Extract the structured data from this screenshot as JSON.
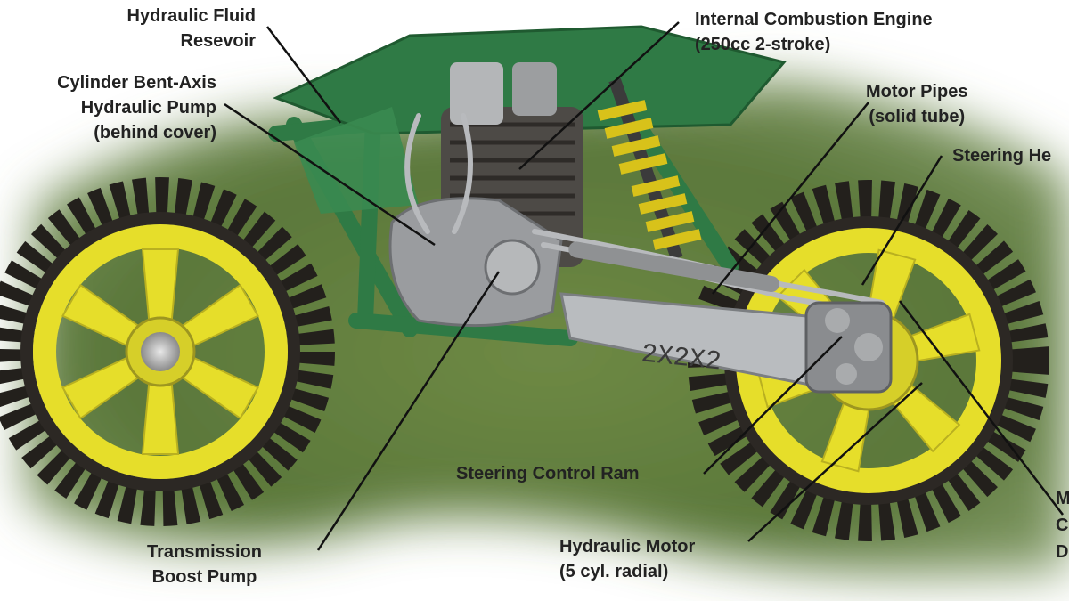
{
  "labels": {
    "reservoir": {
      "lines": [
        "Hydraulic Fluid",
        "Resevoir"
      ]
    },
    "pump": {
      "lines": [
        "Cylinder Bent-Axis",
        "Hydraulic Pump",
        "(behind cover)"
      ]
    },
    "engine": {
      "lines": [
        "Internal Combustion Engine",
        "(250cc 2-stroke)"
      ]
    },
    "pipes": {
      "lines": [
        "Motor Pipes",
        "(solid tube)"
      ]
    },
    "steering_head": {
      "lines": [
        "Steering He"
      ]
    },
    "steering_ram": {
      "lines": [
        "Steering Control Ram"
      ]
    },
    "boost_pump": {
      "lines": [
        "Transmission",
        "Boost Pump"
      ]
    },
    "motor": {
      "lines": [
        "Hydraulic Motor",
        "(5 cyl. radial)"
      ]
    },
    "cut_right": {
      "lines": [
        "M",
        "C",
        "D"
      ]
    }
  },
  "swingarm_marking": "2X2X2",
  "colors": {
    "grass": "#5f7d3c",
    "frame": "#2f7a45",
    "rim": "#e6de2a",
    "tire": "#23201c",
    "spring": "#d8c21a",
    "arm": "#b9bcbf",
    "text": "#222222"
  }
}
